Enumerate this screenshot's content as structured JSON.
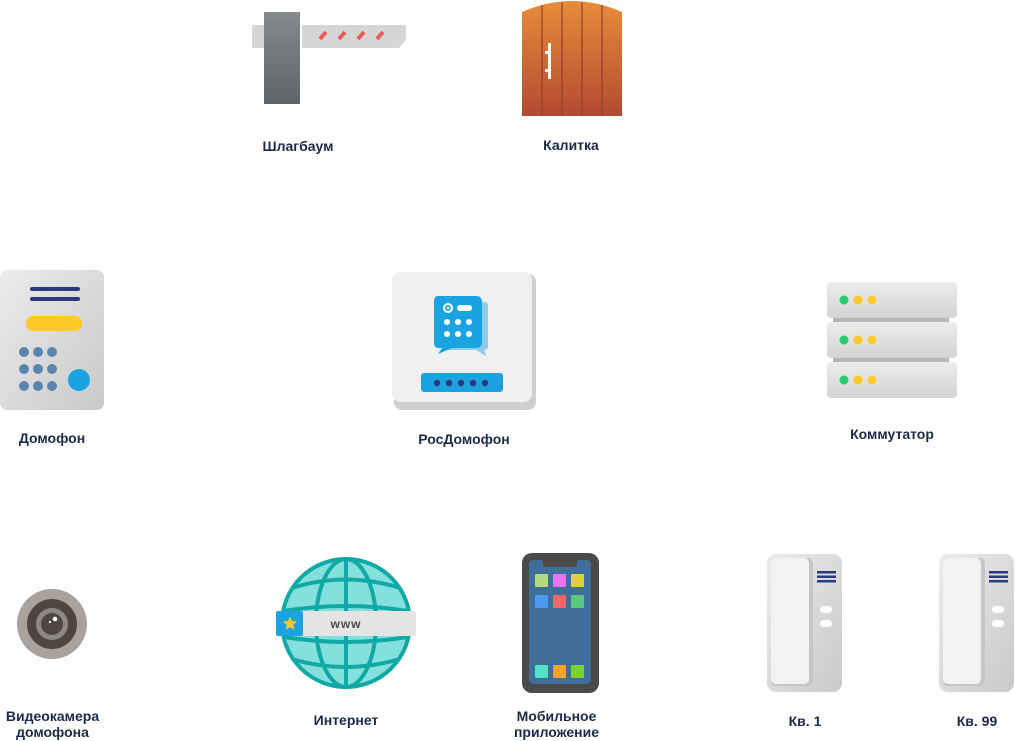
{
  "diagram": {
    "nodes": [
      {
        "id": "barrier",
        "label": "Шлагбаум",
        "icon": "barrier-icon"
      },
      {
        "id": "gate",
        "label": "Калитка",
        "icon": "gate-icon"
      },
      {
        "id": "intercom",
        "label": "Домофон",
        "icon": "intercom-panel-icon"
      },
      {
        "id": "rosdomofon",
        "label": "РосДомофон",
        "icon": "rosdomofon-server-icon"
      },
      {
        "id": "switch",
        "label": "Коммутатор",
        "icon": "network-switch-icon"
      },
      {
        "id": "camera",
        "label_line1": "Видеокамера",
        "label_line2": "домофона",
        "icon": "camera-icon"
      },
      {
        "id": "internet",
        "label": "Интернет",
        "icon": "globe-icon",
        "address_text": "www"
      },
      {
        "id": "mobile",
        "label_line1": "Мобильное",
        "label_line2": "приложение",
        "icon": "smartphone-icon"
      },
      {
        "id": "apt1",
        "label": "Кв. 1",
        "icon": "handset-icon"
      },
      {
        "id": "apt99",
        "label": "Кв. 99",
        "icon": "handset-icon"
      }
    ]
  },
  "colors": {
    "label": "#1b2a4a",
    "accent_blue": "#1aa3e0",
    "dark_navy": "#2b3a7a",
    "yellow": "#ffc928",
    "green": "#27cc6e",
    "barrier_stripe": "#e85a5a",
    "gate_top": "#e38a3a",
    "gate_bottom": "#b54a30",
    "globe": "#84e0dc",
    "globe_lines": "#10a9a6"
  }
}
